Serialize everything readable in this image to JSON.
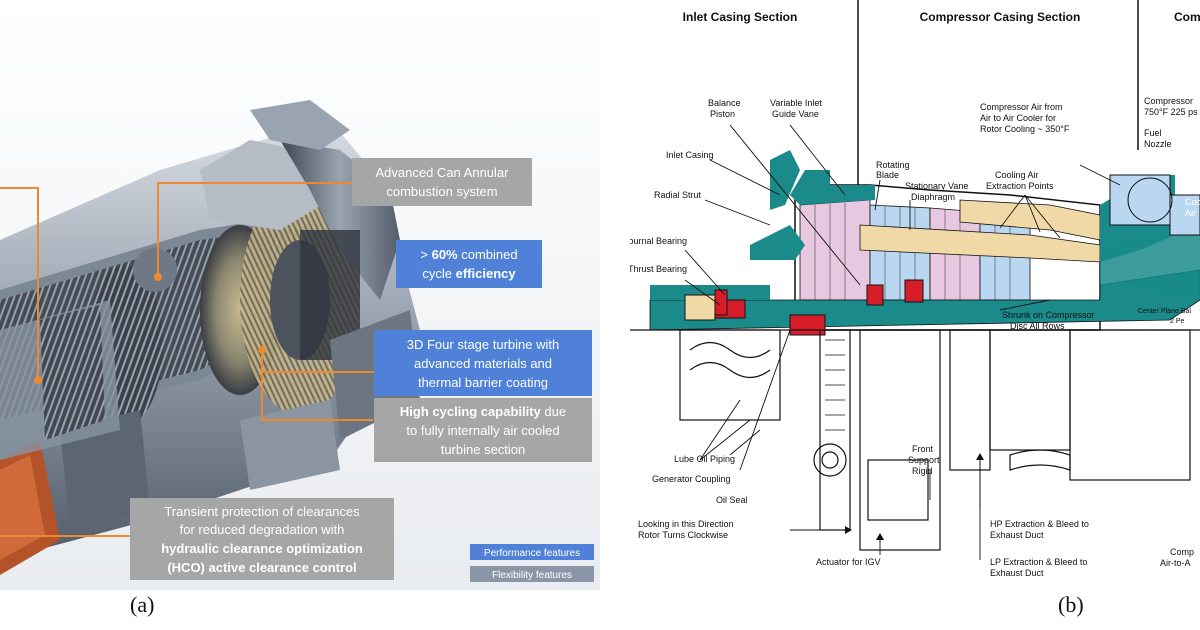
{
  "panel_a": {
    "callouts": {
      "combustion": [
        "Advanced Can Annular",
        "combustion system"
      ],
      "efficiency_prefix": "> ",
      "efficiency_bold": "60%",
      "efficiency_mid": " combined",
      "efficiency_line2": "cycle ",
      "efficiency_line2_bold": "efficiency",
      "turbine": [
        "3D Four stage turbine with",
        "advanced materials and",
        "thermal barrier coating"
      ],
      "cycling_bold": "High cycling capability",
      "cycling_rest": " due",
      "cycling_lines": [
        "to fully internally air cooled",
        "turbine section"
      ],
      "clearance_lines": [
        "Transient protection of clearances",
        "for reduced degradation with"
      ],
      "clearance_bold": [
        "hydraulic clearance optimization",
        "(HCO) active clearance control"
      ]
    },
    "legend": [
      "Performance features",
      "Flexibility features"
    ]
  },
  "panel_b": {
    "sections": [
      "Inlet Casing Section",
      "Compressor Casing Section",
      "Comb"
    ],
    "labels": {
      "balance_piston": [
        "Balance",
        "Piston"
      ],
      "variable_inlet": [
        "Variable Inlet",
        "Guide Vane"
      ],
      "inlet_casing": "Inlet Casing",
      "radial_strut": "Radial Strut",
      "journal_bearing": "Journal Bearing",
      "thrust_bearing": "Thrust Bearing",
      "rotating_blade": [
        "Rotating",
        "Blade"
      ],
      "stationary_vane": [
        "Stationary Vane",
        "Diaphragm"
      ],
      "cooling_air": [
        "Cooling Air",
        "Extraction Points"
      ],
      "compressor_air": [
        "Compressor Air from",
        "Air to Air Cooler for",
        "Rotor Cooling ~ 350°F"
      ],
      "compressor_top": [
        "Compressor",
        "750°F 225 ps"
      ],
      "fuel_nozzle": [
        "Fuel",
        "Nozzle"
      ],
      "cooling_right": [
        "Coolin",
        "Air"
      ],
      "shrunk": [
        "Shrunk on Compressor",
        "Disc All Rows"
      ],
      "center_plane": [
        "Center Plane Bal",
        "2 Pe"
      ],
      "lube_oil": "Lube Oil Piping",
      "generator_coupling": "Generator Coupling",
      "oil_seal": "Oil Seal",
      "front_support": [
        "Front",
        "Support",
        "Rigid"
      ],
      "looking": [
        "Looking in this Direction",
        "Rotor Turns Clockwise"
      ],
      "actuator": "Actuator for IGV",
      "hp_extraction": [
        "HP Extraction & Bleed to",
        "Exhaust Duct"
      ],
      "lp_extraction": [
        "LP Extraction & Bleed to",
        "Exhaust Duct"
      ],
      "comp_bottom": [
        "Comp",
        "Air-to-A"
      ]
    }
  },
  "captions": [
    "(a)",
    "(b)"
  ],
  "colors": {
    "callout_grey": "#a6a6a6",
    "callout_blue": "#4f81d9",
    "leader_orange": "#ee8a2e",
    "rotor_teal": "#1a8a8a",
    "blade_pink": "#e8c7e0",
    "vane_tan": "#f0d9a6",
    "blade_blue": "#b9d7f0",
    "seal_red": "#d81d2a"
  }
}
